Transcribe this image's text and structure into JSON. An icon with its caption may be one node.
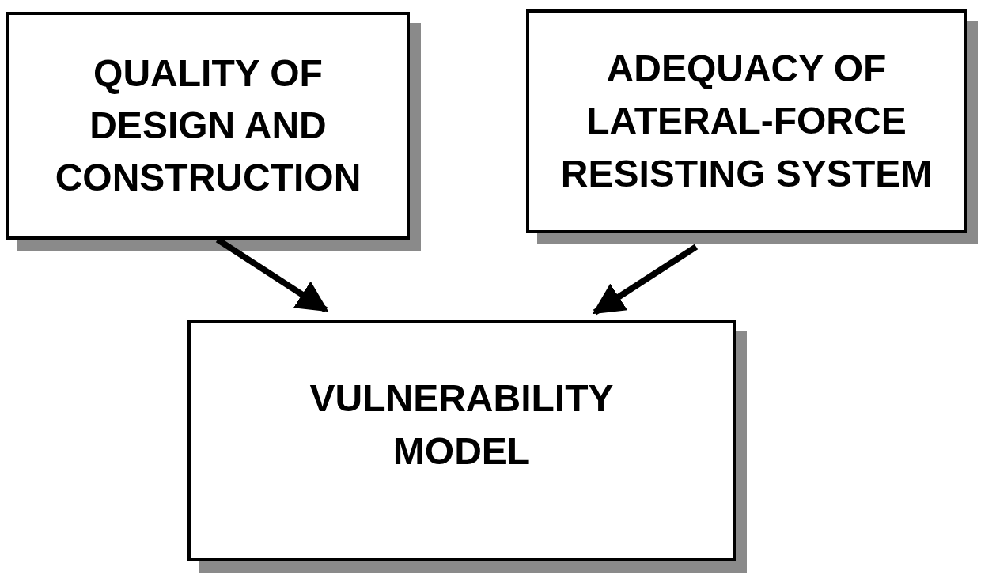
{
  "diagram": {
    "nodes": [
      {
        "text": [
          "QUALITY OF DESIGN AND CONSTRUCTION"
        ]
      },
      {
        "text": [
          "ADEQUACY OF LATERAL-FORCE RESISTING SYSTEM"
        ]
      },
      {
        "text": [
          "VULNERABILITY MODEL"
        ]
      }
    ],
    "edges": [
      {
        "from": 0,
        "to": 2,
        "arrow": "to"
      },
      {
        "from": 1,
        "to": 2,
        "arrow": "to"
      }
    ]
  }
}
